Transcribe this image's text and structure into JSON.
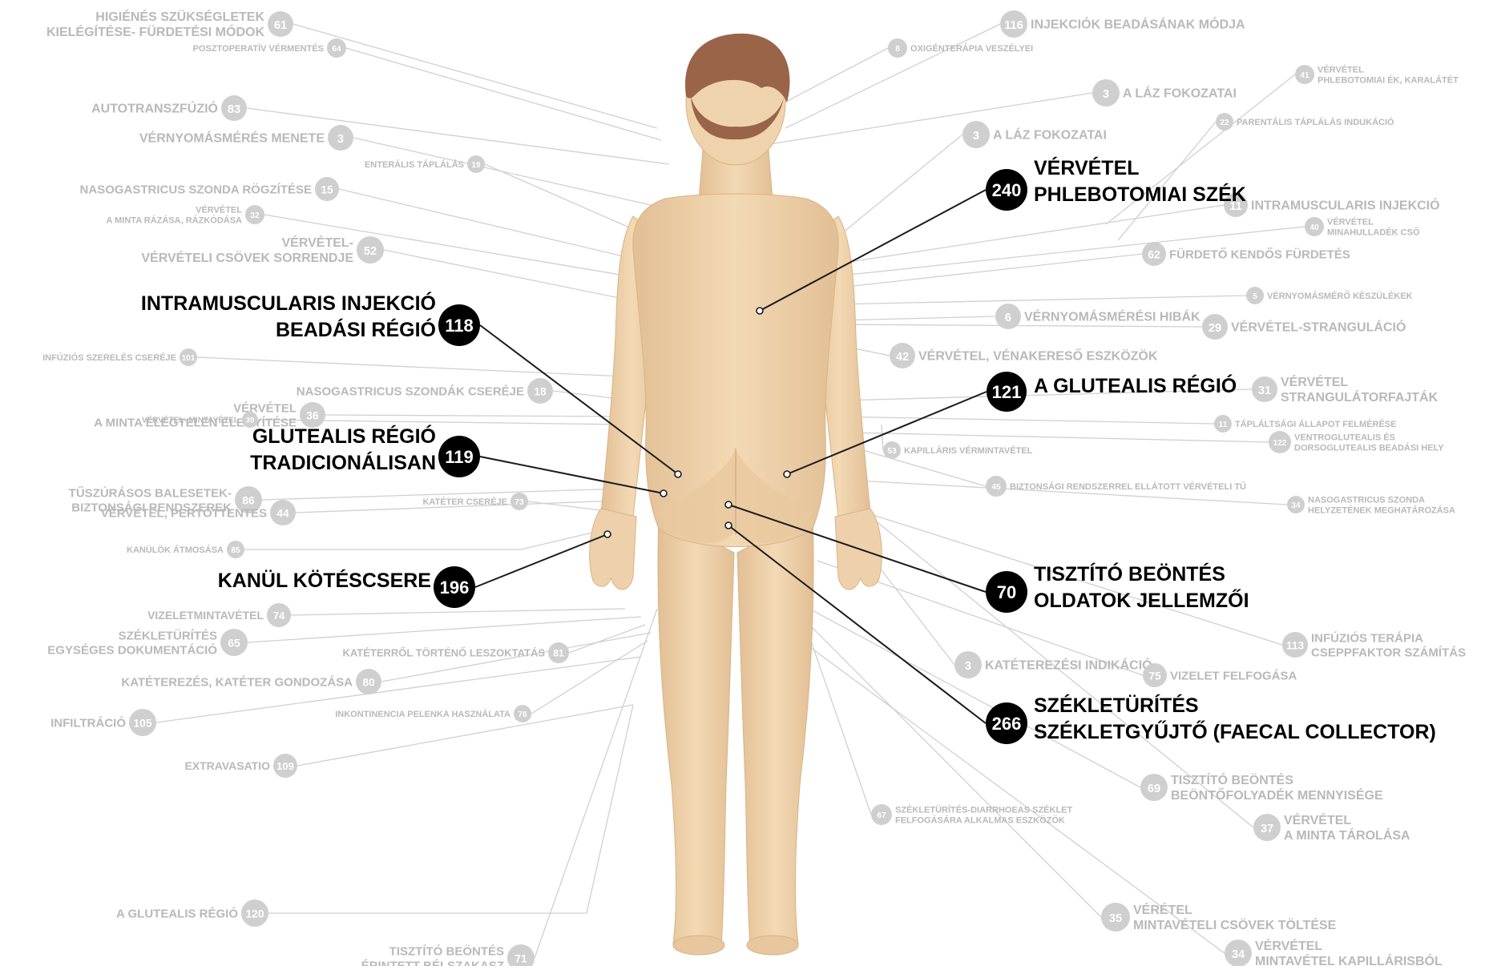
{
  "highlighted": [
    {
      "num": "240",
      "lines": [
        "VÉRVÉTEL",
        "PHLEBOTOMIAI SZÉK"
      ]
    },
    {
      "num": "118",
      "lines": [
        "INTRAMUSCULARIS INJEKCIÓ",
        "BEADÁSI RÉGIÓ"
      ]
    },
    {
      "num": "121",
      "lines": [
        "A GLUTEALIS RÉGIÓ"
      ]
    },
    {
      "num": "119",
      "lines": [
        "GLUTEALIS RÉGIÓ",
        "TRADICIONÁLISAN"
      ]
    },
    {
      "num": "196",
      "lines": [
        "KANÜL KÖTÉSCSERE"
      ]
    },
    {
      "num": "70",
      "lines": [
        "TISZTÍTÓ BEÖNTÉS",
        "OLDATOK JELLEMZŐI"
      ]
    },
    {
      "num": "266",
      "lines": [
        "SZÉKLETÜRÍTÉS",
        "SZÉKLETGYŰJTŐ (FAECAL COLLECTOR)"
      ]
    }
  ],
  "left_labels": [
    {
      "num": "61",
      "lines": [
        "HIGIÉNÉS SZÜKSÉGLETEK",
        "KIELÉGÍTÉSE- FÜRDETÉSI MÓDOK"
      ]
    },
    {
      "num": "64",
      "lines": [
        "POSZTOPERATÍV VÉRMENTÉS"
      ]
    },
    {
      "num": "83",
      "lines": [
        "AUTOTRANSZFÚZIÓ"
      ]
    },
    {
      "num": "3",
      "lines": [
        "VÉRNYOMÁSMÉRÉS MENETE"
      ]
    },
    {
      "num": "19",
      "lines": [
        "ENTERÁLIS TÁPLÁLÁS"
      ]
    },
    {
      "num": "15",
      "lines": [
        "NASOGASTRICUS SZONDA RÖGZÍTÉSE"
      ]
    },
    {
      "num": "32",
      "lines": [
        "VÉRVÉTEL",
        "A MINTA RÁZÁSA, RÁZKÓDÁSA"
      ]
    },
    {
      "num": "52",
      "lines": [
        "VÉRVÉTEL-",
        "VÉRVÉTELI CSÖVEK SORRENDJE"
      ]
    },
    {
      "num": "101",
      "lines": [
        "INFÚZIÓS SZERELÉS CSERÉJE"
      ]
    },
    {
      "num": "18",
      "lines": [
        "NASOGASTRICUS SZONDÁK CSERÉJE"
      ]
    },
    {
      "num": "36",
      "lines": [
        "VÉRVÉTEL",
        "A MINTA ELEGTELEN ELEGYÍTÉSE"
      ]
    },
    {
      "num": "39",
      "lines": [
        "VÉRVÉTEL- MINTAVÉTEL"
      ]
    },
    {
      "num": "86",
      "lines": [
        "TŰSZÚRÁSOS BALESETEK-",
        "BIZTONSÁGI RENDSZEREK"
      ]
    },
    {
      "num": "44",
      "lines": [
        "VÉRVÉTEL, PERTÖTTENTES"
      ]
    },
    {
      "num": "73",
      "lines": [
        "KATÉTER CSERÉJE"
      ]
    },
    {
      "num": "85",
      "lines": [
        "KANÜLÖK ÁTMOSÁSA"
      ]
    },
    {
      "num": "74",
      "lines": [
        "VIZELETMINTAVÉTEL"
      ]
    },
    {
      "num": "65",
      "lines": [
        "SZÉKLETÜRÍTÉS",
        "EGYSÉGES DOKUMENTÁCIÓ"
      ]
    },
    {
      "num": "81",
      "lines": [
        "KATÉTERRŐL TÖRTÉNŐ LESZOKTATÁS"
      ]
    },
    {
      "num": "80",
      "lines": [
        "KATÉTEREZÉS, KATÉTER GONDOZÁSA"
      ]
    },
    {
      "num": "76",
      "lines": [
        "INKONTINENCIA PELENKA HASZNÁLATA"
      ]
    },
    {
      "num": "105",
      "lines": [
        "INFILTRÁCIÓ"
      ]
    },
    {
      "num": "109",
      "lines": [
        "EXTRAVASATIO"
      ]
    },
    {
      "num": "120",
      "lines": [
        "A GLUTEALIS RÉGIÓ"
      ]
    },
    {
      "num": "71",
      "lines": [
        "TISZTÍTÓ BEÖNTÉS",
        "ÉRINTETT BÉLSZAKASZ"
      ]
    }
  ],
  "right_labels": [
    {
      "num": "116",
      "lines": [
        "INJEKCIÓK BEADÁSÁNAK MÓDJA"
      ]
    },
    {
      "num": "8",
      "lines": [
        "OXIGÉNTERÁPIA VESZÉLYEI"
      ]
    },
    {
      "num": "41",
      "lines": [
        "VÉRVÉTEL",
        "PHLEBOTOMIAI ÉK, KARALÁTÉT"
      ]
    },
    {
      "num": "3",
      "lines": [
        "A LÁZ FOKOZATAI"
      ]
    },
    {
      "num": "22",
      "lines": [
        "PARENTÁLIS TÁPLÁLÁS INDUKÁCIÓ"
      ]
    },
    {
      "num": "3",
      "lines": [
        "A LÁZ FOKOZATAI"
      ]
    },
    {
      "num": "11",
      "lines": [
        "INTRAMUSCULARIS INJEKCIÓ"
      ]
    },
    {
      "num": "40",
      "lines": [
        "VÉRVÉTEL",
        "MINAHULLADÉK CSŐ"
      ]
    },
    {
      "num": "62",
      "lines": [
        "FÜRDETŐ KENDŐS FÜRDETÉS"
      ]
    },
    {
      "num": "5",
      "lines": [
        "VÉRNYOMÁSMÉRŐ KÉSZÜLÉKEK"
      ]
    },
    {
      "num": "6",
      "lines": [
        "VÉRNYOMÁSMÉRÉSI HIBÁK"
      ]
    },
    {
      "num": "29",
      "lines": [
        "VÉRVÉTEL-STRANGULÁCIÓ"
      ]
    },
    {
      "num": "42",
      "lines": [
        "VÉRVÉTEL, VÉNAKERESŐ ESZKÖZÖK"
      ]
    },
    {
      "num": "31",
      "lines": [
        "VÉRVÉTEL",
        "STRANGULÁTORFAJTÁK"
      ]
    },
    {
      "num": "11",
      "lines": [
        "TÁPLÁLTSÁGI ÁLLAPOT FELMÉRÉSE"
      ]
    },
    {
      "num": "53",
      "lines": [
        "KAPILLÁRIS VÉRMINTAVÉTEL"
      ]
    },
    {
      "num": "122",
      "lines": [
        "VENTROGLUTEALIS ÉS",
        "DORSOGLUTEALIS BEADÁSI HELY"
      ]
    },
    {
      "num": "45",
      "lines": [
        "BIZTONSÁGI RENDSZERREL ELLÁTOTT VÉRVÉTELI TŰ"
      ]
    },
    {
      "num": "34",
      "lines": [
        "NASOGASTRICUS SZONDA",
        "HELYZETÉNEK MEGHATÁROZÁSA"
      ]
    },
    {
      "num": "113",
      "lines": [
        "INFÚZIÓS TERÁPIA",
        "CSEPPFAKTOR SZÁMÍTÁS"
      ]
    },
    {
      "num": "3",
      "lines": [
        "KATÉTEREZÉSI INDIKÁCIÓ"
      ]
    },
    {
      "num": "75",
      "lines": [
        "VIZELET FELFOGÁSA"
      ]
    },
    {
      "num": "69",
      "lines": [
        "TISZTÍTÓ BEÖNTÉS",
        "BEÖNTŐFOLYADÉK MENNYISÉGE"
      ]
    },
    {
      "num": "67",
      "lines": [
        "SZÉKLETÜRÍTÉS-DIARRHOEAS SZÉKLET",
        "FELFOGÁSÁRA ALKALMAS ESZKÖZÖK"
      ]
    },
    {
      "num": "37",
      "lines": [
        "VÉRVÉTEL",
        "A MINTA TÁROLÁSA"
      ]
    },
    {
      "num": "35",
      "lines": [
        "VÉRÉTEL",
        "MINTAVÉTELI CSÖVEK TÖLTÉSE"
      ]
    },
    {
      "num": "34",
      "lines": [
        "VÉRVÉTEL",
        "MINTAVÉTEL KAPILLÁRISBÓL"
      ]
    }
  ],
  "colors": {
    "skin": "#efd3ad",
    "skin_shade": "#d9b58b",
    "hair": "#9a6448",
    "faint": "#c7c7c7"
  }
}
